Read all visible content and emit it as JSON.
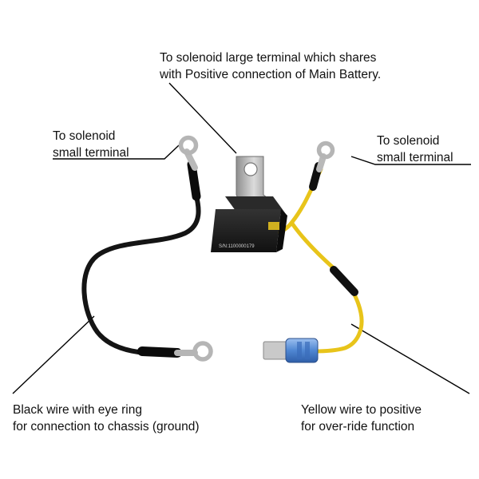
{
  "labels": {
    "top": {
      "line1": "To solenoid large terminal which shares",
      "line2": "with Positive connection of Main Battery."
    },
    "left_small": {
      "line1": "To solenoid",
      "line2": "small terminal"
    },
    "right_small": {
      "line1": "To solenoid",
      "line2": "small terminal"
    },
    "black_wire": {
      "line1": "Black wire with eye ring",
      "line2": "for connection to chassis (ground)"
    },
    "yellow_wire": {
      "line1": "Yellow wire to positive",
      "line2": "for over-ride function"
    }
  },
  "device": {
    "serial": "S/N:1100000179"
  },
  "colors": {
    "wire_black": "#141414",
    "wire_yellow": "#e8c41a",
    "module_body": "#1e1e1e",
    "bracket_metal": "#a9a9a9",
    "spade_blue": "#5b8fd6"
  }
}
